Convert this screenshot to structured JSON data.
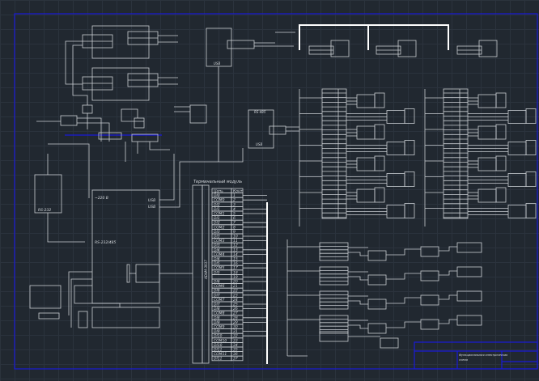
{
  "colors": {
    "background": "#212830",
    "frame": "#1a1ad8",
    "lines": "#c9cdd2",
    "bus": "#ffffff"
  },
  "labels": {
    "rs232_box": "RS-232",
    "controller_power": "~220 В",
    "usb1": "USB",
    "usb2": "USB",
    "rs_port": "RS-232/485",
    "usb_box1": "USB",
    "usb_box2": "USB",
    "usb_box2_top": "RS-485",
    "terminal_title": "Терминальный модуль",
    "terminal_side": "ADAM-3937"
  },
  "terminal": {
    "header": [
      "Цепь",
      "Конт"
    ],
    "rows": [
      [
        "DI0",
        "1"
      ],
      [
        "COM0",
        "2"
      ],
      [
        "DI2",
        "3"
      ],
      [
        "DI1",
        "4"
      ],
      [
        "COM1",
        "5"
      ],
      [
        "DI1",
        "6"
      ],
      [
        "DI2",
        "7"
      ],
      [
        "COM2",
        "8"
      ],
      [
        "DI3",
        "9"
      ],
      [
        "DI3",
        "10"
      ],
      [
        "COM3",
        "11"
      ],
      [
        "DI3",
        "12"
      ],
      [
        "DI4",
        "13"
      ],
      [
        "COM4",
        "14"
      ],
      [
        "DI4",
        "15"
      ],
      [
        "DI5",
        "16"
      ],
      [
        "COM5",
        "17"
      ],
      [
        "DI5",
        "18"
      ],
      [
        "",
        "19"
      ],
      [
        "DI6",
        "20"
      ],
      [
        "COM6",
        "21"
      ],
      [
        "DI6",
        "22"
      ],
      [
        "DI7",
        "23"
      ],
      [
        "COM7",
        "24"
      ],
      [
        "DI7",
        "25"
      ],
      [
        "DI8",
        "26"
      ],
      [
        "COM8",
        "27"
      ],
      [
        "DI8",
        "28"
      ],
      [
        "DI9",
        "29"
      ],
      [
        "COM9",
        "30"
      ],
      [
        "DI9",
        "31"
      ],
      [
        "DI10",
        "32"
      ],
      [
        "COM10",
        "33"
      ],
      [
        "DI10",
        "34"
      ],
      [
        "DI11",
        "35"
      ],
      [
        "COM11",
        "36"
      ],
      [
        "DI11",
        "37"
      ]
    ]
  },
  "title_block": {
    "name": "Функциональная электрическая",
    "sub": "схема"
  }
}
